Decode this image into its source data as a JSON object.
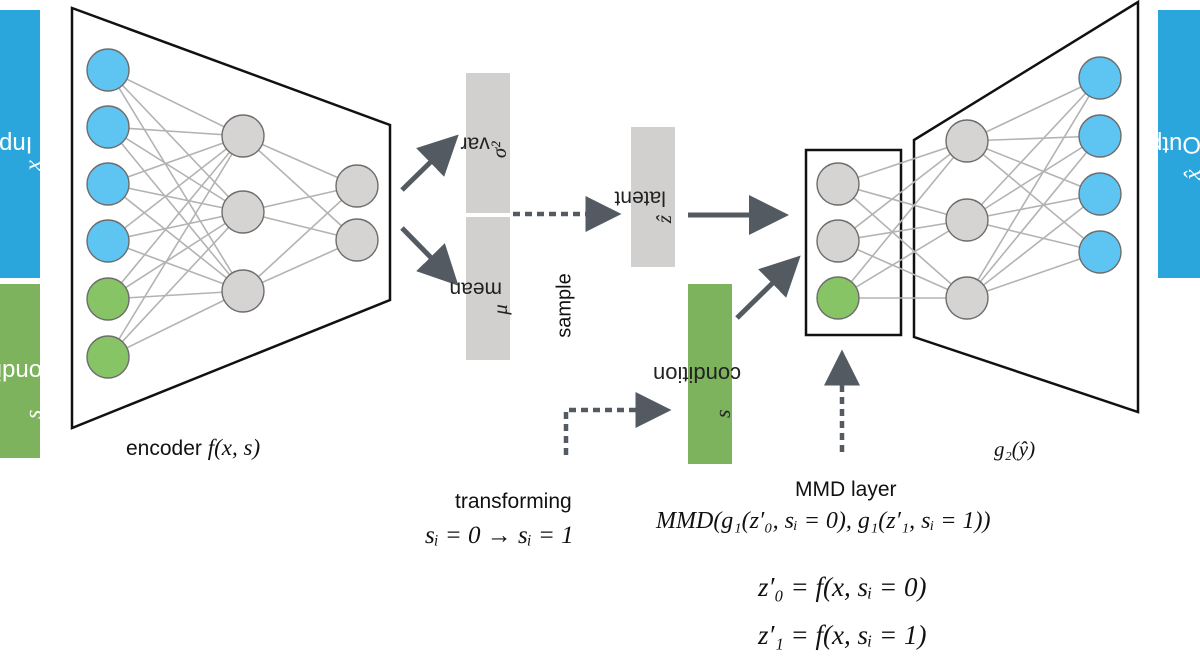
{
  "colors": {
    "input_node": "#5ec4f1",
    "condition_node": "#86c466",
    "hidden_node": "#d6d3d3",
    "side_blue": "#2aa6dc",
    "side_green": "#7cb35c",
    "gray_box": "#d2cfcf",
    "arrow": "#545a62",
    "edge": "#b3b3b3"
  },
  "side": {
    "input_label": "Input",
    "input_var": "x",
    "condition_label": "condition",
    "condition_var": "s",
    "output_label": "Output",
    "output_var": "x̂"
  },
  "encoder": {
    "label": "encoder",
    "func": "f(x, s)"
  },
  "boxes": {
    "var_label": "var",
    "var_sym": "σ²",
    "mean_label": "mean",
    "mean_sym": "μ",
    "latent_label": "latent",
    "latent_sym": "ẑ",
    "condition_label": "condition",
    "condition_sym": "s"
  },
  "labels": {
    "sample": "sample",
    "transforming": "transforming",
    "transform_formula": "sᵢ = 0 → sᵢ = 1",
    "mmd_layer": "MMD layer",
    "mmd_formula": "MMD(g₁(z′₀, sᵢ = 0), g₁(z′₁, sᵢ = 1))",
    "eq_z0": "z′₀ = f(x, sᵢ = 0)",
    "eq_z1": "z′₁ = f(x, sᵢ = 1)",
    "decoder_func": "g₂(ŷ)"
  }
}
